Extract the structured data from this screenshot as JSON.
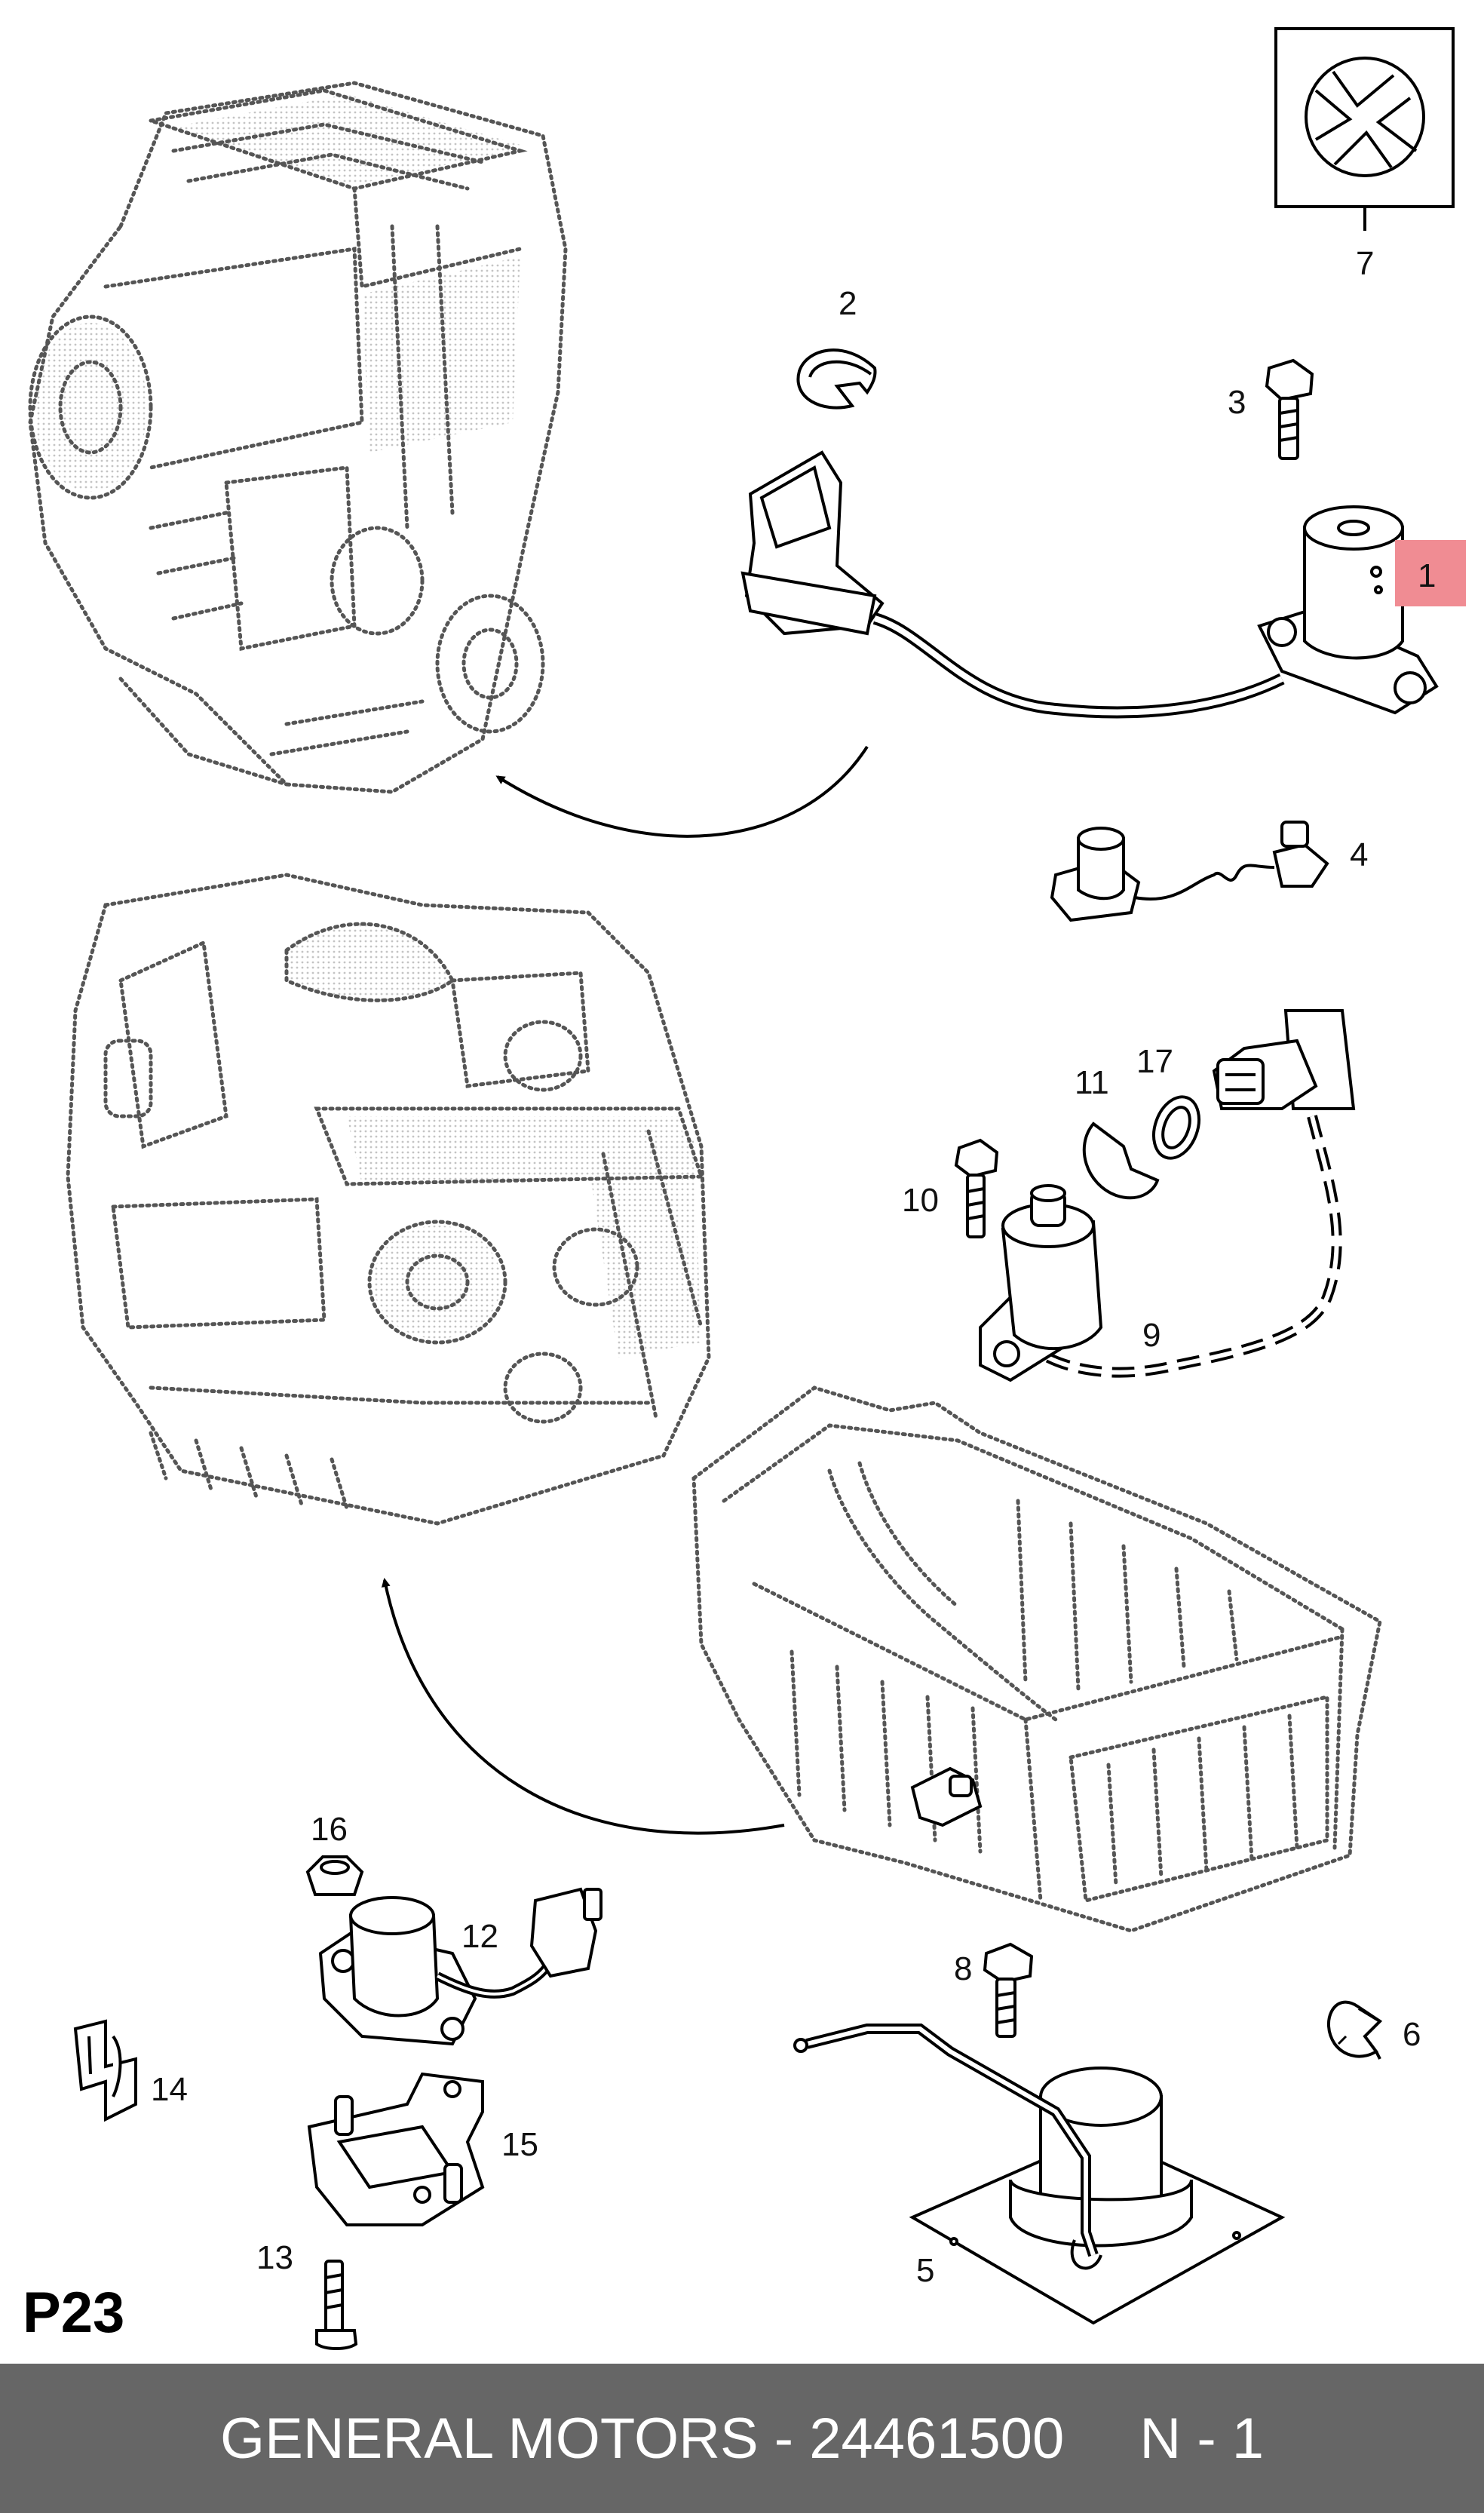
{
  "diagram": {
    "page_code": "P23",
    "callouts": [
      {
        "id": "1",
        "label": "1",
        "highlighted": true
      },
      {
        "id": "2",
        "label": "2"
      },
      {
        "id": "3",
        "label": "3"
      },
      {
        "id": "4",
        "label": "4"
      },
      {
        "id": "5",
        "label": "5"
      },
      {
        "id": "6",
        "label": "6"
      },
      {
        "id": "7",
        "label": "7"
      },
      {
        "id": "8",
        "label": "8"
      },
      {
        "id": "9",
        "label": "9"
      },
      {
        "id": "10",
        "label": "10"
      },
      {
        "id": "11",
        "label": "11"
      },
      {
        "id": "12",
        "label": "12"
      },
      {
        "id": "13",
        "label": "13"
      },
      {
        "id": "14",
        "label": "14"
      },
      {
        "id": "15",
        "label": "15"
      },
      {
        "id": "16",
        "label": "16"
      },
      {
        "id": "17",
        "label": "17"
      }
    ],
    "highlight_color": "#f08c93"
  },
  "footer": {
    "brand": "GENERAL MOTORS",
    "separator": " - ",
    "part_number": "24461500",
    "qty": "N - 1",
    "background": "#666666"
  }
}
